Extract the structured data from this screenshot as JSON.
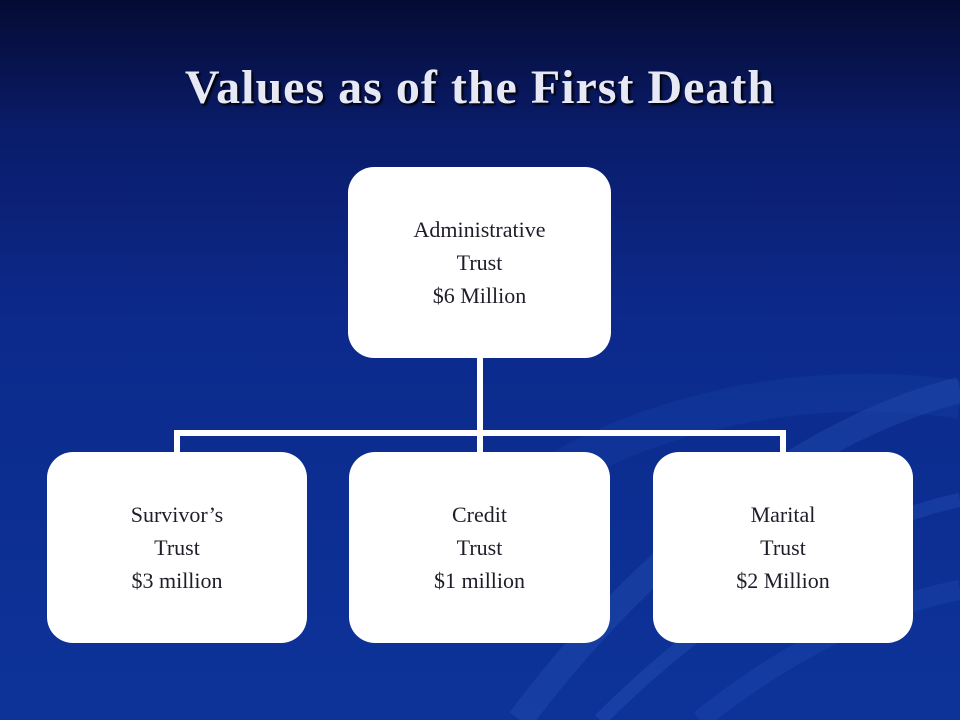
{
  "slide": {
    "title": "Values as of the First Death"
  },
  "diagram": {
    "root": {
      "line1": "Administrative",
      "line2": "Trust",
      "line3": "$6 Million"
    },
    "children": [
      {
        "line1": "Survivor’s",
        "line2": "Trust",
        "line3": "$3 million"
      },
      {
        "line1": "Credit",
        "line2": "Trust",
        "line3": "$1 million"
      },
      {
        "line1": "Marital",
        "line2": "Trust",
        "line3": "$2 Million"
      }
    ]
  },
  "colors": {
    "background_top": "#050b33",
    "background_bottom": "#0d3399",
    "title_text": "#e6e8f5",
    "node_fill": "#ffffff",
    "node_text": "#1e1e2a"
  }
}
